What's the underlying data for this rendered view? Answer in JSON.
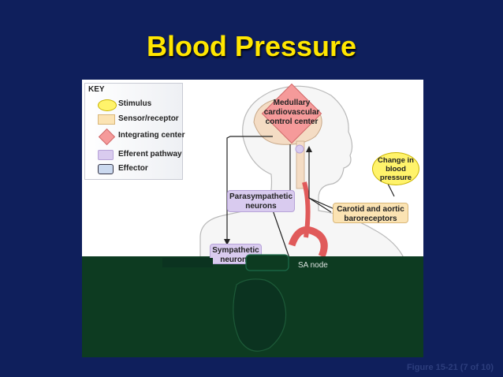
{
  "title": "Blood Pressure",
  "key": {
    "heading": "KEY",
    "items": [
      {
        "label": "Stimulus",
        "icon": "stimulus-oval-icon"
      },
      {
        "label": "Sensor/receptor",
        "icon": "sensor-rect-icon"
      },
      {
        "label": "Integrating center",
        "icon": "integrating-diamond-icon"
      },
      {
        "label": "Efferent pathway",
        "icon": "efferent-rect-icon"
      },
      {
        "label": "Effector",
        "icon": "effector-rect-icon"
      }
    ]
  },
  "diagram": {
    "medullary": "Medullary cardiovascular control center",
    "stimulus": "Change in blood pressure",
    "receptors": "Carotid and aortic baroreceptors",
    "parasympathetic": "Parasympathetic neurons",
    "sympathetic": "Sympathetic neurons",
    "sa_node": "SA node"
  },
  "figure_label": "Figure 15-21 (7 of 10)",
  "colors": {
    "background": "#0f1f5c",
    "title": "#ffe600",
    "stimulus": "#fff36b",
    "receptor": "#fbe3b3",
    "integrating": "#f59a9a",
    "efferent": "#d9cbef",
    "overlay": "#0d3b21"
  }
}
